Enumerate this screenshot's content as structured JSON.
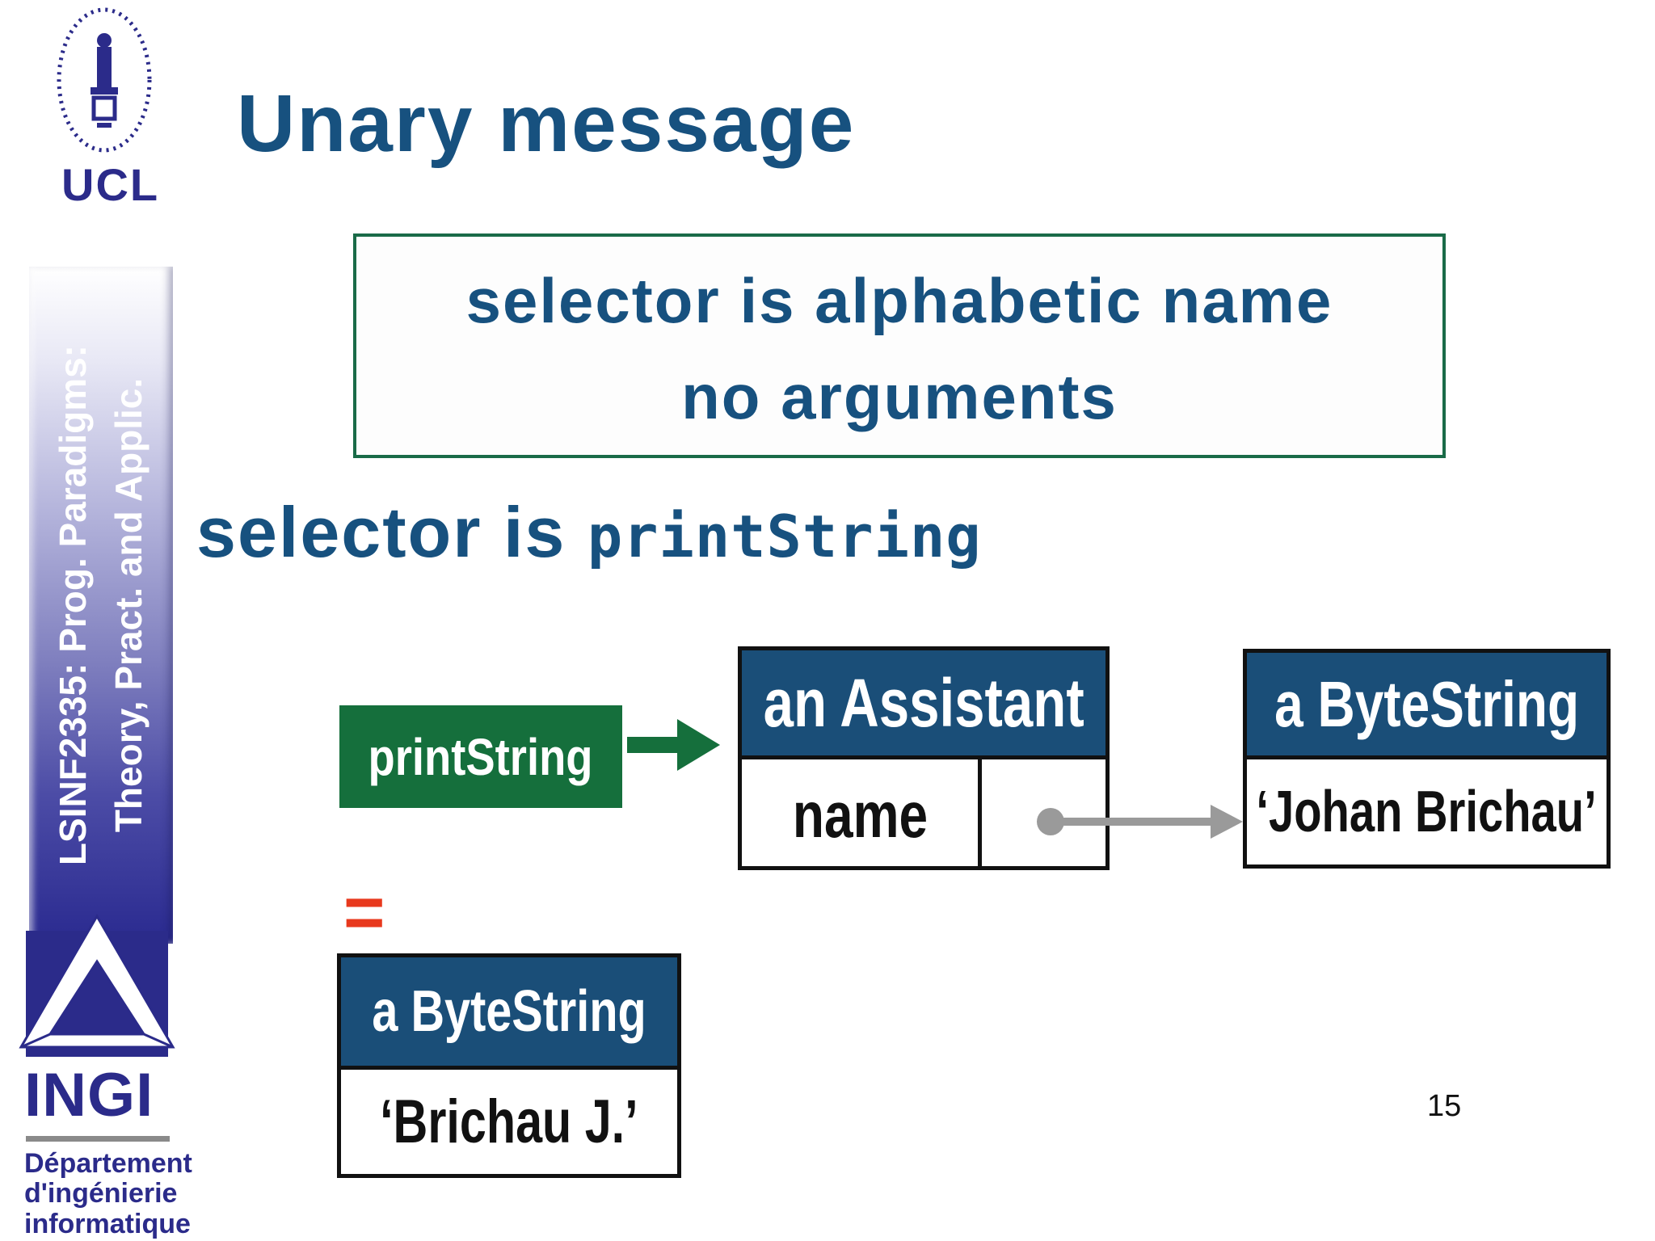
{
  "slide": {
    "title": "Unary message",
    "page_number": "15",
    "colors": {
      "heading_blue": "#17517f",
      "object_header_blue": "#1a4e78",
      "message_green": "#156f3c",
      "callout_border_green": "#1a6b48",
      "pointer_gray": "#9a9a9a",
      "equals_red": "#e8391d",
      "brand_navy": "#2b2b8a"
    }
  },
  "logos": {
    "ucl_label": "UCL",
    "ingi_label": "INGI",
    "department_lines": [
      "Département",
      "d'ingénierie",
      "informatique"
    ]
  },
  "sidebar": {
    "line1": "LSINF2335: Prog. Paradigms:",
    "line2": "Theory, Pract. and Applic."
  },
  "callout_box": {
    "line1": "selector is alphabetic name",
    "line2": "no arguments"
  },
  "subtitle": {
    "prefix": "selector is ",
    "code": "printString"
  },
  "diagram": {
    "message_label": "printString",
    "equals": "=",
    "assistant": {
      "header": "an Assistant",
      "field": "name"
    },
    "pointed_object": {
      "header": "a ByteString",
      "value": "‘Johan Brichau’"
    },
    "result_object": {
      "header": "a ByteString",
      "value": "‘Brichau J.’"
    }
  }
}
